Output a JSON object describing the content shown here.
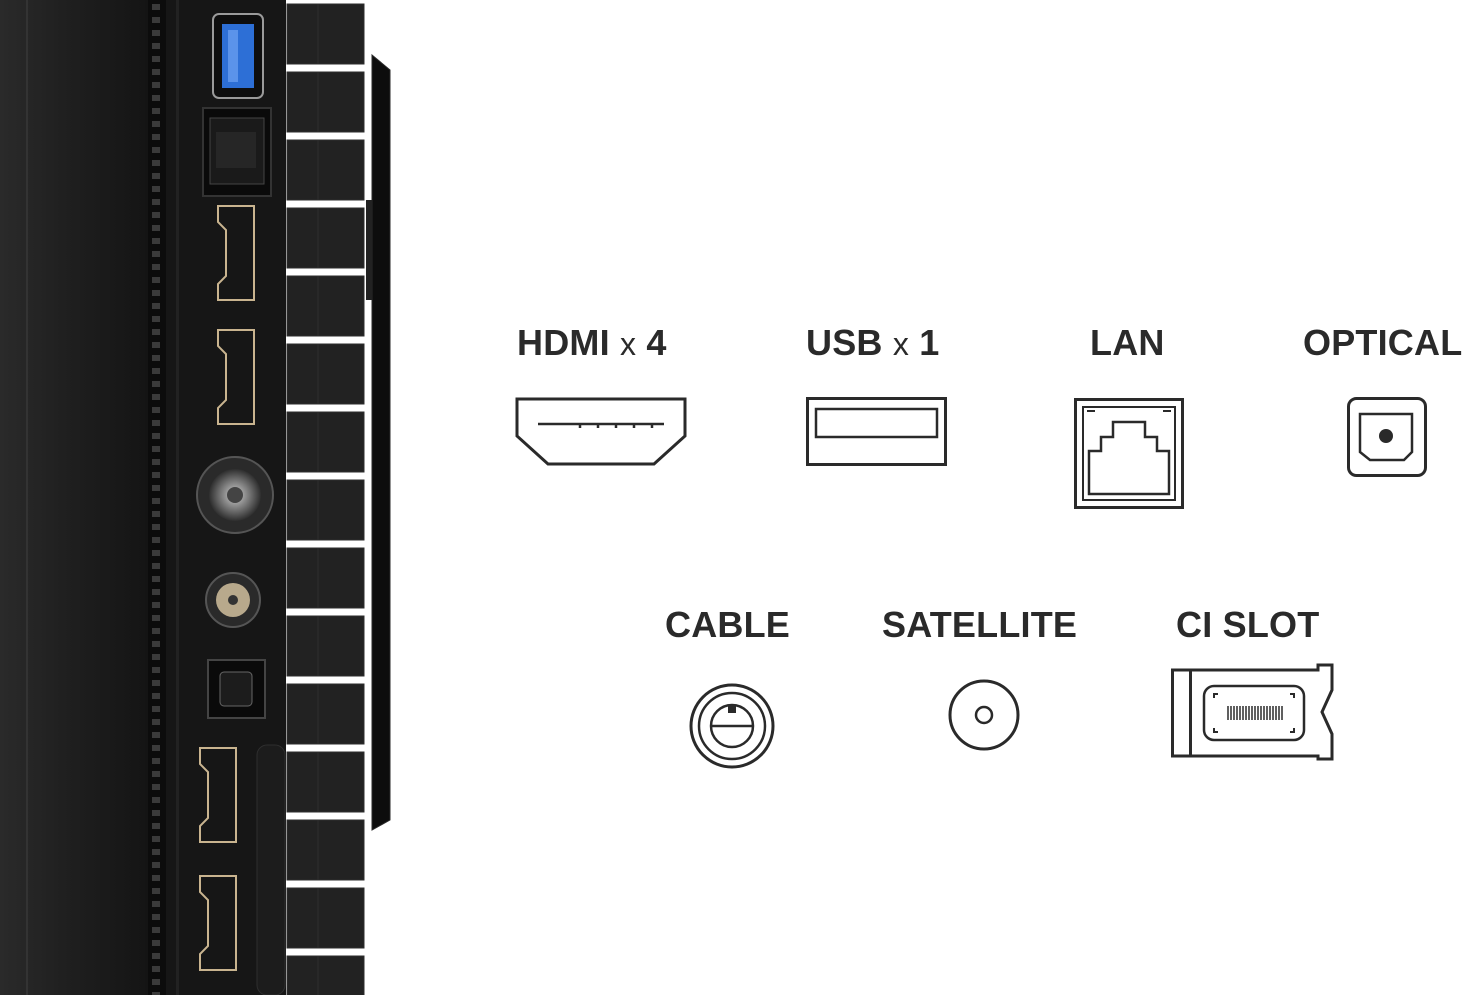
{
  "ports_row1": [
    {
      "name": "HDMI",
      "multiplier": "x",
      "count": "4",
      "icon": "hdmi-icon"
    },
    {
      "name": "USB",
      "multiplier": "x",
      "count": "1",
      "icon": "usb-icon"
    },
    {
      "name": "LAN",
      "icon": "lan-icon"
    },
    {
      "name": "OPTICAL",
      "icon": "optical-icon"
    }
  ],
  "ports_row2": [
    {
      "name": "CABLE",
      "icon": "cable-icon"
    },
    {
      "name": "SATELLITE",
      "icon": "satellite-icon"
    },
    {
      "name": "CI SLOT",
      "icon": "ci-slot-icon"
    }
  ],
  "colors": {
    "icon_stroke": "#2a2a2a",
    "tv_body": "#1b1b1b",
    "usb_blue": "#2d6fd6",
    "connector_gold": "#c9b48f"
  }
}
